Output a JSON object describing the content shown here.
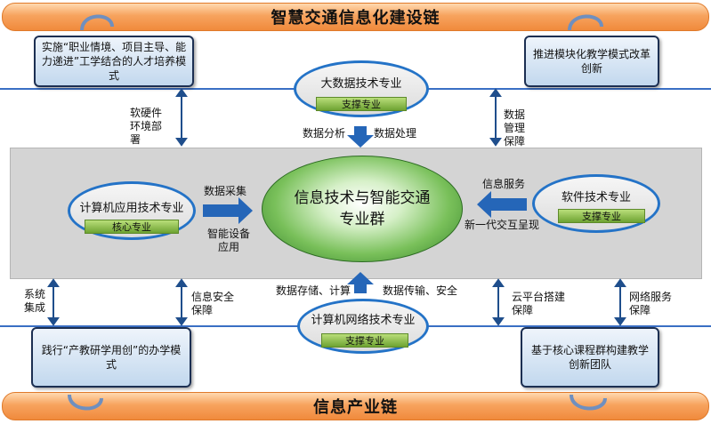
{
  "chains": {
    "top": "智慧交通信息化建设链",
    "bottom": "信息产业链"
  },
  "boxes": {
    "top_left": "实施“职业情境、项目主导、能力递进”工学结合的人才培养模式",
    "top_right": "推进模块化教学模式改革创新",
    "bottom_left": "践行“产教研学用创”的办学模式",
    "bottom_right": "基于核心课程群构建教学创新团队"
  },
  "majors": {
    "big_data": {
      "name": "大数据技术专业",
      "tag": "支撑专业"
    },
    "computer_app": {
      "name": "计算机应用技术专业",
      "tag": "核心专业"
    },
    "software": {
      "name": "软件技术专业",
      "tag": "支撑专业"
    },
    "network": {
      "name": "计算机网络技术专业",
      "tag": "支撑专业"
    }
  },
  "center": {
    "line1": "信息技术与智能交通",
    "line2": "专业群"
  },
  "labels": {
    "software_hardware": "软硬件环境部署",
    "data_management": "数据管理保障",
    "data_analysis": "数据分析",
    "data_processing": "数据处理",
    "data_collection": "数据采集",
    "smart_device": "智能设备应用",
    "info_service": "信息服务",
    "new_interaction": "新一代交互呈现",
    "system_integration": "系统集成",
    "info_security": "信息安全保障",
    "data_storage": "数据存储、计算",
    "data_transmission": "数据传输、安全",
    "cloud_platform": "云平台搭建保障",
    "network_service": "网络服务保障"
  }
}
